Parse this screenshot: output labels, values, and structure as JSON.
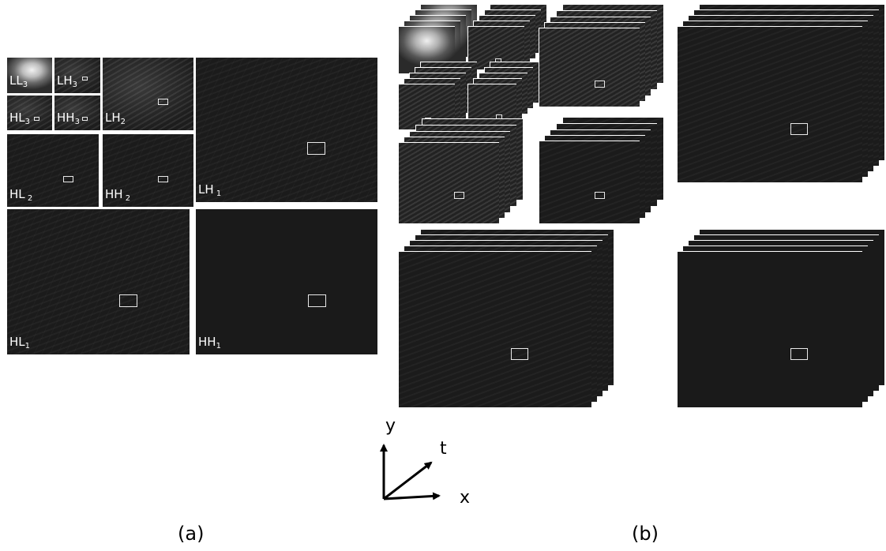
{
  "panel_a": {
    "caption": "(a)",
    "bands": {
      "ll3": {
        "label": "LL",
        "sub": "3"
      },
      "lh3": {
        "label": "LH",
        "sub": "3"
      },
      "hl3": {
        "label": "HL",
        "sub": "3"
      },
      "hh3": {
        "label": "HH",
        "sub": "3"
      },
      "lh2": {
        "label": "LH",
        "sub": "2"
      },
      "hl2": {
        "label": "HL",
        "sub": " 2"
      },
      "hh2": {
        "label": "HH",
        "sub": " 2"
      },
      "lh1": {
        "label": "LH",
        "sub": " 1"
      },
      "hl1": {
        "label": "HL",
        "sub": "1"
      },
      "hh1": {
        "label": "HH",
        "sub": "1"
      }
    }
  },
  "panel_b": {
    "caption": "(b)"
  },
  "axes": {
    "x": "x",
    "y": "y",
    "t": "t"
  }
}
